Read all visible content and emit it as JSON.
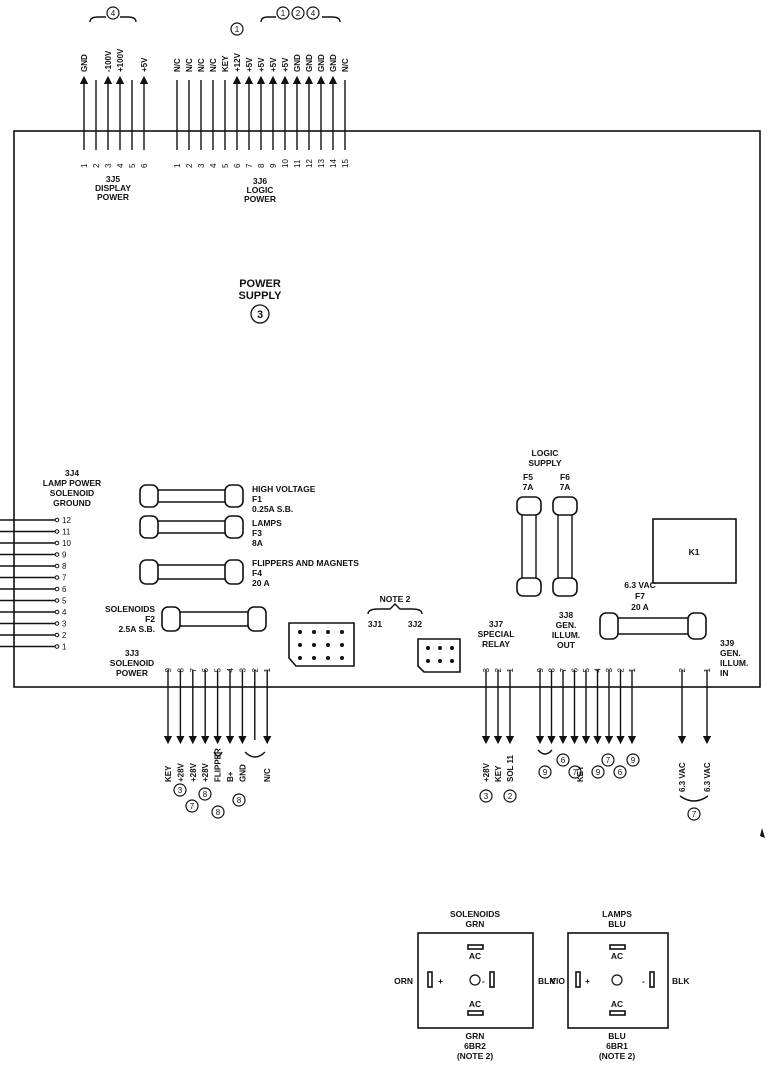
{
  "power_supply": {
    "title_line1": "POWER",
    "title_line2": "SUPPLY",
    "ref": "3"
  },
  "j5": {
    "name": "3J5",
    "desc1": "DISPLAY",
    "desc2": "POWER",
    "note": "4",
    "pins": [
      "1",
      "2",
      "3",
      "4",
      "5",
      "6"
    ],
    "signals": [
      "GND",
      "",
      "-100V",
      "+100V",
      "",
      "+5V"
    ]
  },
  "j6": {
    "name": "3J6",
    "desc1": "LOGIC",
    "desc2": "POWER",
    "note_a": "1",
    "note_b": [
      "1",
      "2",
      "4"
    ],
    "pins": [
      "1",
      "2",
      "3",
      "4",
      "5",
      "6",
      "7",
      "8",
      "9",
      "10",
      "11",
      "12",
      "13",
      "14",
      "15"
    ],
    "signals": [
      "N/C",
      "N/C",
      "N/C",
      "N/C",
      "KEY",
      "+12V",
      "+5V",
      "+5V",
      "+5V",
      "+5V",
      "GND",
      "GND",
      "GND",
      "GND",
      "N/C"
    ]
  },
  "j4": {
    "name": "3J4",
    "desc1": "LAMP POWER",
    "desc2": "SOLENOID",
    "desc3": "GROUND",
    "pins": [
      "12",
      "11",
      "10",
      "9",
      "8",
      "7",
      "6",
      "5",
      "4",
      "3",
      "2",
      "1"
    ]
  },
  "fuses": {
    "f1": {
      "l1": "HIGH VOLTAGE",
      "l2": "F1",
      "l3": "0.25A S.B."
    },
    "f3": {
      "l1": "LAMPS",
      "l2": "F3",
      "l3": "8A"
    },
    "f4": {
      "l1": "FLIPPERS AND MAGNETS",
      "l2": "F4",
      "l3": "20 A"
    },
    "f2": {
      "l1": "SOLENOIDS",
      "l2": "F2",
      "l3": "2.5A S.B."
    },
    "logic_supply": {
      "l1": "LOGIC",
      "l2": "SUPPLY"
    },
    "f5": {
      "l1": "F5",
      "l2": "7A"
    },
    "f6": {
      "l1": "F6",
      "l2": "7A"
    },
    "f7": {
      "l1": "6.3 VAC",
      "l2": "F7",
      "l3": "20 A"
    }
  },
  "k1": "K1",
  "note2": {
    "label": "NOTE 2",
    "j1": "3J1",
    "j2": "3J2"
  },
  "j3": {
    "name": "3J3",
    "desc1": "SOLENOID",
    "desc2": "POWER",
    "pins": [
      "9",
      "8",
      "7",
      "6",
      "5",
      "4",
      "3",
      "2",
      "1"
    ],
    "signals": [
      "KEY",
      "+28V",
      "+28V",
      "+28V",
      "FLIPPER",
      "B+",
      "GND",
      "",
      "N/C"
    ],
    "notes": [
      "3",
      "7",
      "8",
      "8",
      "8"
    ]
  },
  "j7": {
    "name": "3J7",
    "desc1": "SPECIAL",
    "desc2": "RELAY",
    "pins": [
      "3",
      "2",
      "1"
    ],
    "signals": [
      "+28V",
      "KEY",
      "SOL 11"
    ],
    "notes": [
      "3",
      "2"
    ]
  },
  "j8": {
    "name": "3J8",
    "desc1": "GEN.",
    "desc2": "ILLUM.",
    "desc3": "OUT",
    "pins": [
      "9",
      "8",
      "7",
      "6",
      "5",
      "4",
      "3",
      "2",
      "1"
    ],
    "notes": [
      "9",
      "6",
      "7",
      "9",
      "7",
      "6",
      "9"
    ],
    "key": "KEY"
  },
  "j9": {
    "name": "3J9",
    "desc1": "GEN.",
    "desc2": "ILLUM.",
    "desc3": "IN",
    "pins": [
      "2",
      "1"
    ],
    "signals": [
      "6.3 VAC",
      "6.3 VAC"
    ],
    "note": "7"
  },
  "bridges": [
    {
      "name": "SOLENOIDS",
      "color": "GRN",
      "ac": "AC",
      "left": "ORN",
      "right": "BLK",
      "plus": "+",
      "minus": "-",
      "bottom_color": "GRN",
      "id": "6BR2",
      "note": "(NOTE 2)"
    },
    {
      "name": "LAMPS",
      "color": "BLU",
      "ac": "AC",
      "left": "VIO",
      "right": "BLK",
      "plus": "+",
      "minus": "-",
      "bottom_color": "BLU",
      "id": "6BR1",
      "note": "(NOTE 2)"
    }
  ]
}
